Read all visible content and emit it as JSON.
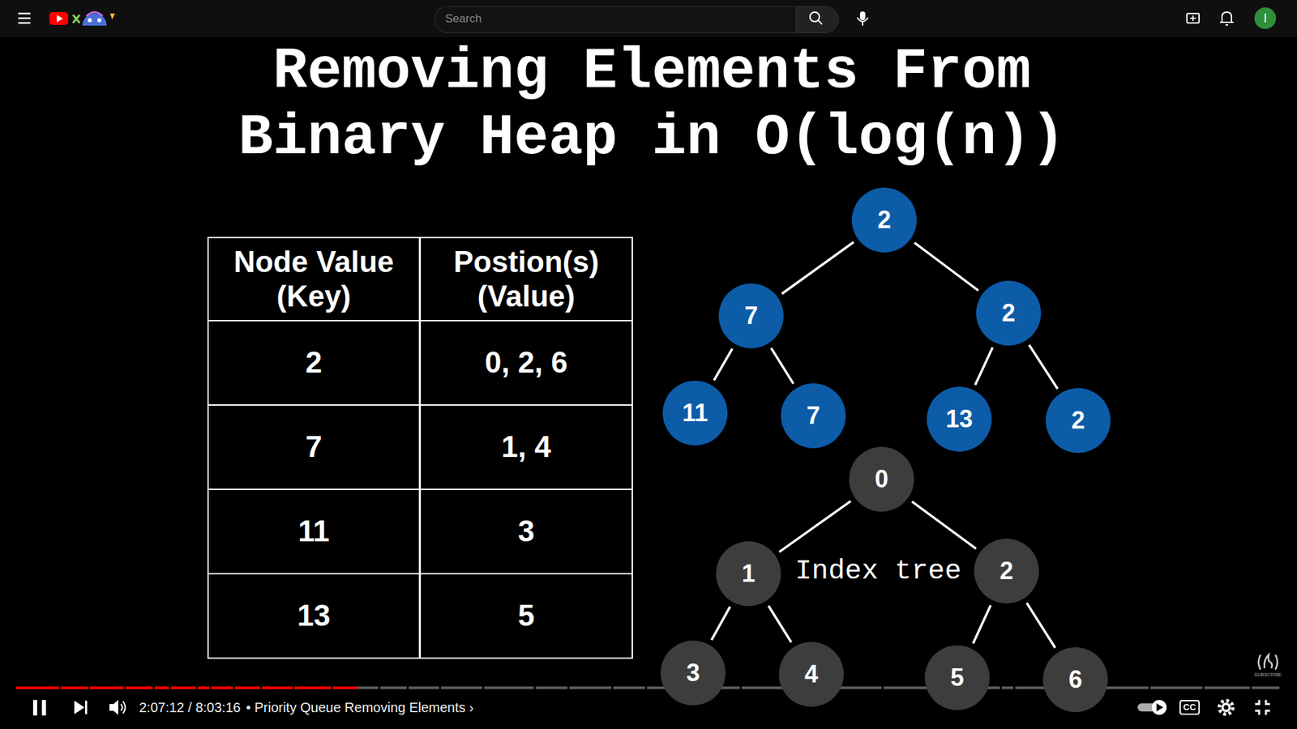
{
  "diagram": {
    "title": "Removing Elements From Binary Heap in O(log(n))",
    "nodes": [
      {
        "text": [
          "2"
        ]
      },
      {
        "text": [
          "7"
        ]
      },
      {
        "text": [
          "2"
        ]
      },
      {
        "text": [
          "11"
        ]
      },
      {
        "text": [
          "7"
        ]
      },
      {
        "text": [
          "13"
        ]
      },
      {
        "text": [
          "2"
        ]
      },
      {
        "text": [
          "0"
        ]
      },
      {
        "text": [
          "1"
        ]
      },
      {
        "text": [
          "2"
        ]
      },
      {
        "text": [
          "3"
        ]
      },
      {
        "text": [
          "4"
        ]
      },
      {
        "text": [
          "5"
        ]
      },
      {
        "text": [
          "6"
        ]
      }
    ],
    "edges": [
      {
        "from": 0,
        "to": 1,
        "arrow": "none"
      },
      {
        "from": 0,
        "to": 2,
        "arrow": "none"
      },
      {
        "from": 1,
        "to": 3,
        "arrow": "none"
      },
      {
        "from": 1,
        "to": 4,
        "arrow": "none"
      },
      {
        "from": 2,
        "to": 5,
        "arrow": "none"
      },
      {
        "from": 2,
        "to": 6,
        "arrow": "none"
      },
      {
        "from": 7,
        "to": 8,
        "arrow": "none"
      },
      {
        "from": 7,
        "to": 9,
        "arrow": "none"
      },
      {
        "from": 8,
        "to": 10,
        "arrow": "none"
      },
      {
        "from": 8,
        "to": 11,
        "arrow": "none"
      },
      {
        "from": 9,
        "to": 12,
        "arrow": "none"
      },
      {
        "from": 9,
        "to": 13,
        "arrow": "none"
      }
    ],
    "labels": [
      "Node Value (Key)",
      "Postion(s) (Value)",
      "2",
      "0, 2, 6",
      "7",
      "1, 4",
      "11",
      "3",
      "13",
      "5",
      "Index tree",
      "Search",
      "I",
      "2:07:12 / 8:03:16",
      "• Priority Queue Removing Elements ›",
      "CC",
      "SUBSCRIBE"
    ]
  }
}
